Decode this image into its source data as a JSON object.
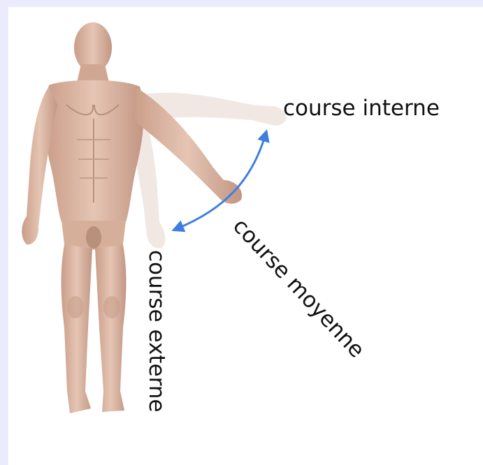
{
  "labels": {
    "internal_range": "course interne",
    "middle_range": "course moyenne",
    "external_range": "course externe"
  },
  "colors": {
    "background_border": "#ecebfc",
    "skin": "#dcb7a4",
    "skin_shadow": "#b88e7a",
    "ghost_arm": "#eaded8",
    "arrow": "#3d7fe0",
    "text": "#111111"
  },
  "icons": {
    "human_figure": "anatomy-figure-icon",
    "arrow": "curved-double-arrow-icon"
  }
}
